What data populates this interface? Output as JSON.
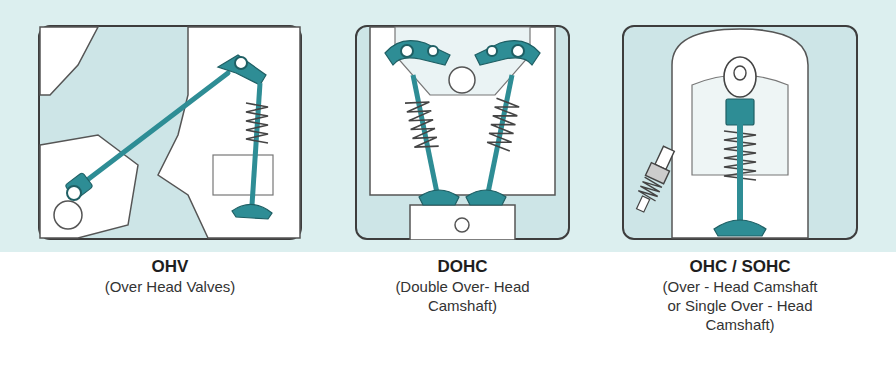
{
  "diagram": {
    "nodes": [
      {
        "text": [
          "OHV",
          "(Over Head Valves)"
        ]
      },
      {
        "text": [
          "DOHC",
          "(Double Over- Head Camshaft)"
        ]
      },
      {
        "text": [
          "OHC / SOHC",
          "(Over - Head Camshaft or Single Over - Head Camshaft)"
        ]
      }
    ]
  }
}
